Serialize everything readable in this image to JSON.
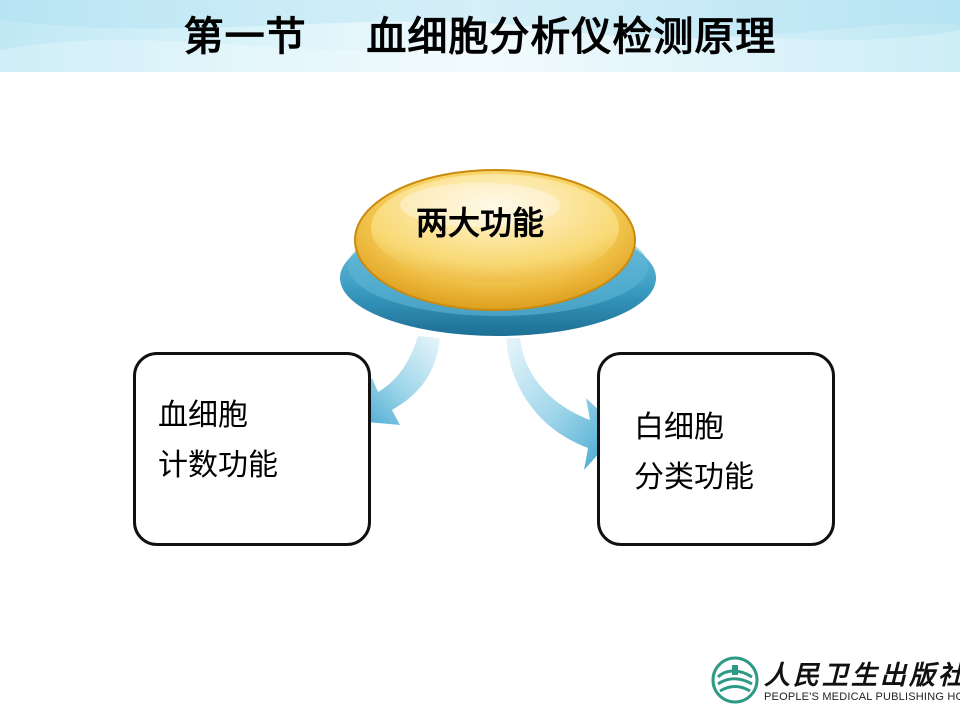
{
  "header": {
    "title": "第一节    血细胞分析仪检测原理"
  },
  "diagram": {
    "hub_label": "两大功能",
    "left_box": {
      "line1": "血细胞",
      "line2": "计数功能"
    },
    "right_box": {
      "line1": "白细胞",
      "line2": "分类功能"
    }
  },
  "publisher": {
    "name_cn": "人民卫生出版社",
    "name_en": "PEOPLE'S MEDICAL PUBLISHING HOUSE"
  },
  "colors": {
    "header_bg": "#cdeef8",
    "hub_gold": "#f0b020",
    "hub_base_blue": "#3b9fc4",
    "arrow_blue": "#5bb6d8",
    "logo_green": "#2e9a86"
  }
}
